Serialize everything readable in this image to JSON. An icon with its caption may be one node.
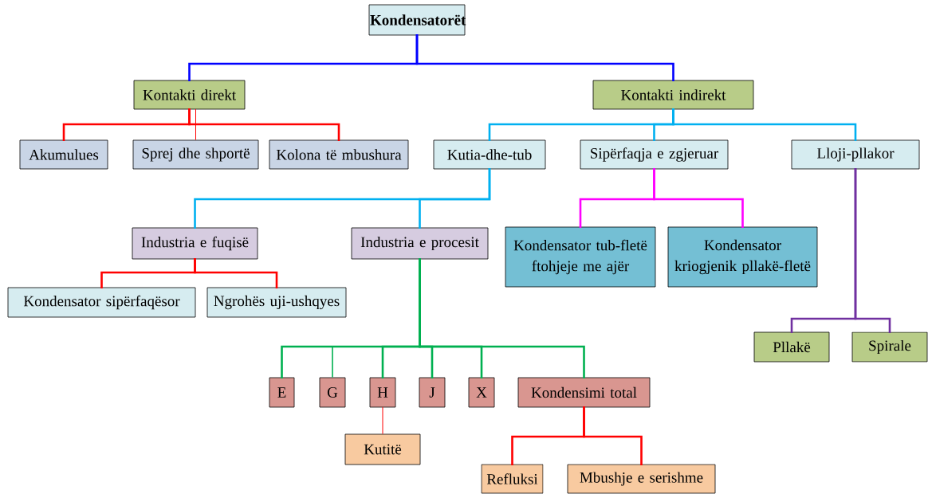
{
  "diagram": {
    "nodes": [
      {
        "text": [
          "Kondensatorët"
        ]
      },
      {
        "text": [
          "Kontakti direkt"
        ]
      },
      {
        "text": [
          "Kontakti indirekt"
        ]
      },
      {
        "text": [
          "Akumulues"
        ]
      },
      {
        "text": [
          "Sprej dhe shportë"
        ]
      },
      {
        "text": [
          "Kolona të mbushura"
        ]
      },
      {
        "text": [
          "Kutia-dhe-tub"
        ]
      },
      {
        "text": [
          "Sipërfaqja e zgjeruar"
        ]
      },
      {
        "text": [
          "Lloji-pllakor"
        ]
      },
      {
        "text": [
          "Industria e fuqisë"
        ]
      },
      {
        "text": [
          "Industria e procesit"
        ]
      },
      {
        "text": [
          "Kondensator tub-fletë ftohjeje me ajër"
        ]
      },
      {
        "text": [
          "Kondensator kriogjenik pllakë-fletë"
        ]
      },
      {
        "text": [
          "Kondensator sipërfaqësor"
        ]
      },
      {
        "text": [
          "Ngrohës uji-ushqyes"
        ]
      },
      {
        "text": [
          "E"
        ]
      },
      {
        "text": [
          "G"
        ]
      },
      {
        "text": [
          "H"
        ]
      },
      {
        "text": [
          "J"
        ]
      },
      {
        "text": [
          "X"
        ]
      },
      {
        "text": [
          "Kondensimi total"
        ]
      },
      {
        "text": [
          "Kutitë"
        ]
      },
      {
        "text": [
          "Refluksi"
        ]
      },
      {
        "text": [
          "Mbushje e serishme"
        ]
      },
      {
        "text": [
          "Pllakë"
        ]
      },
      {
        "text": [
          "Spirale"
        ]
      }
    ],
    "edges": [
      {
        "from": 0,
        "to": 1,
        "arrow": "none",
        "color": "#0000ff"
      },
      {
        "from": 0,
        "to": 2,
        "arrow": "none",
        "color": "#0000ff"
      },
      {
        "from": 1,
        "to": 3,
        "arrow": "none",
        "color": "#ff0000"
      },
      {
        "from": 1,
        "to": 4,
        "arrow": "none",
        "color": "#ff0000"
      },
      {
        "from": 1,
        "to": 5,
        "arrow": "none",
        "color": "#ff0000"
      },
      {
        "from": 2,
        "to": 6,
        "arrow": "none",
        "color": "#00b0f0"
      },
      {
        "from": 2,
        "to": 7,
        "arrow": "none",
        "color": "#00b0f0"
      },
      {
        "from": 2,
        "to": 8,
        "arrow": "none",
        "color": "#00b0f0"
      },
      {
        "from": 6,
        "to": 9,
        "arrow": "none",
        "color": "#00b0f0"
      },
      {
        "from": 6,
        "to": 10,
        "arrow": "none",
        "color": "#00b0f0"
      },
      {
        "from": 7,
        "to": 11,
        "arrow": "none",
        "color": "#ff00ff"
      },
      {
        "from": 7,
        "to": 12,
        "arrow": "none",
        "color": "#ff00ff"
      },
      {
        "from": 9,
        "to": 13,
        "arrow": "none",
        "color": "#ff0000"
      },
      {
        "from": 9,
        "to": 14,
        "arrow": "none",
        "color": "#ff0000"
      },
      {
        "from": 10,
        "to": 15,
        "arrow": "none",
        "color": "#00b050"
      },
      {
        "from": 10,
        "to": 16,
        "arrow": "none",
        "color": "#00b050"
      },
      {
        "from": 10,
        "to": 17,
        "arrow": "none",
        "color": "#00b050"
      },
      {
        "from": 10,
        "to": 18,
        "arrow": "none",
        "color": "#00b050"
      },
      {
        "from": 10,
        "to": 19,
        "arrow": "none",
        "color": "#00b050"
      },
      {
        "from": 10,
        "to": 20,
        "arrow": "none",
        "color": "#00b050"
      },
      {
        "from": 17,
        "to": 21,
        "arrow": "none",
        "color": "#ff0000"
      },
      {
        "from": 20,
        "to": 22,
        "arrow": "none",
        "color": "#ff0000"
      },
      {
        "from": 20,
        "to": 23,
        "arrow": "none",
        "color": "#ff0000"
      },
      {
        "from": 8,
        "to": 24,
        "arrow": "none",
        "color": "#7030a0"
      },
      {
        "from": 8,
        "to": 25,
        "arrow": "none",
        "color": "#7030a0"
      }
    ]
  }
}
